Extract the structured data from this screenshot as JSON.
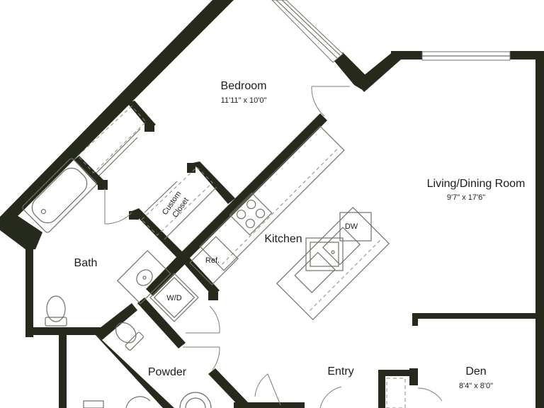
{
  "rooms": {
    "bedroom": {
      "name": "Bedroom",
      "dims": "11'11\" x 10'0\""
    },
    "living": {
      "name": "Living/Dining Room",
      "dims": "9'7\" x 17'6\""
    },
    "kitchen": {
      "name": "Kitchen"
    },
    "bath": {
      "name": "Bath"
    },
    "closet": {
      "line1": "Custom",
      "line2": "Closet"
    },
    "powder": {
      "name": "Powder"
    },
    "entry": {
      "name": "Entry"
    },
    "den": {
      "name": "Den",
      "dims": "8'4\" x 8'0\""
    }
  },
  "fixtures": {
    "dishwasher": "DW",
    "refrigerator": "Ref.",
    "washer_dryer": "W/D"
  },
  "colors": {
    "wall": "#262a1c",
    "background": "#ffffff"
  }
}
